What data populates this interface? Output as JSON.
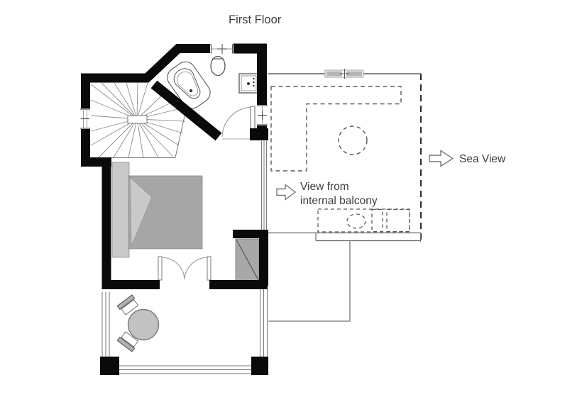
{
  "title": "First Floor",
  "labels": {
    "sea_view": "Sea View",
    "balcony_view_line1": "View from",
    "balcony_view_line2": "internal balcony"
  },
  "fixtures": [
    "staircase",
    "bathtub",
    "toilet",
    "sink",
    "bathroom-door",
    "bed",
    "wardrobe",
    "double-door",
    "glazed-wall",
    "terrace-railing",
    "terrace-table",
    "terrace-chairs",
    "windows",
    "void-outline",
    "sea-view-arrow",
    "balcony-view-arrow"
  ],
  "colors": {
    "wall": "#0a0a0a",
    "thin_line": "#5f5f5f",
    "dashed_line": "#5a5a5a",
    "furniture_dark": "#a6a6a6",
    "furniture_light": "#c9c9c9",
    "text": "#3d3d3d",
    "background": "#ffffff"
  }
}
